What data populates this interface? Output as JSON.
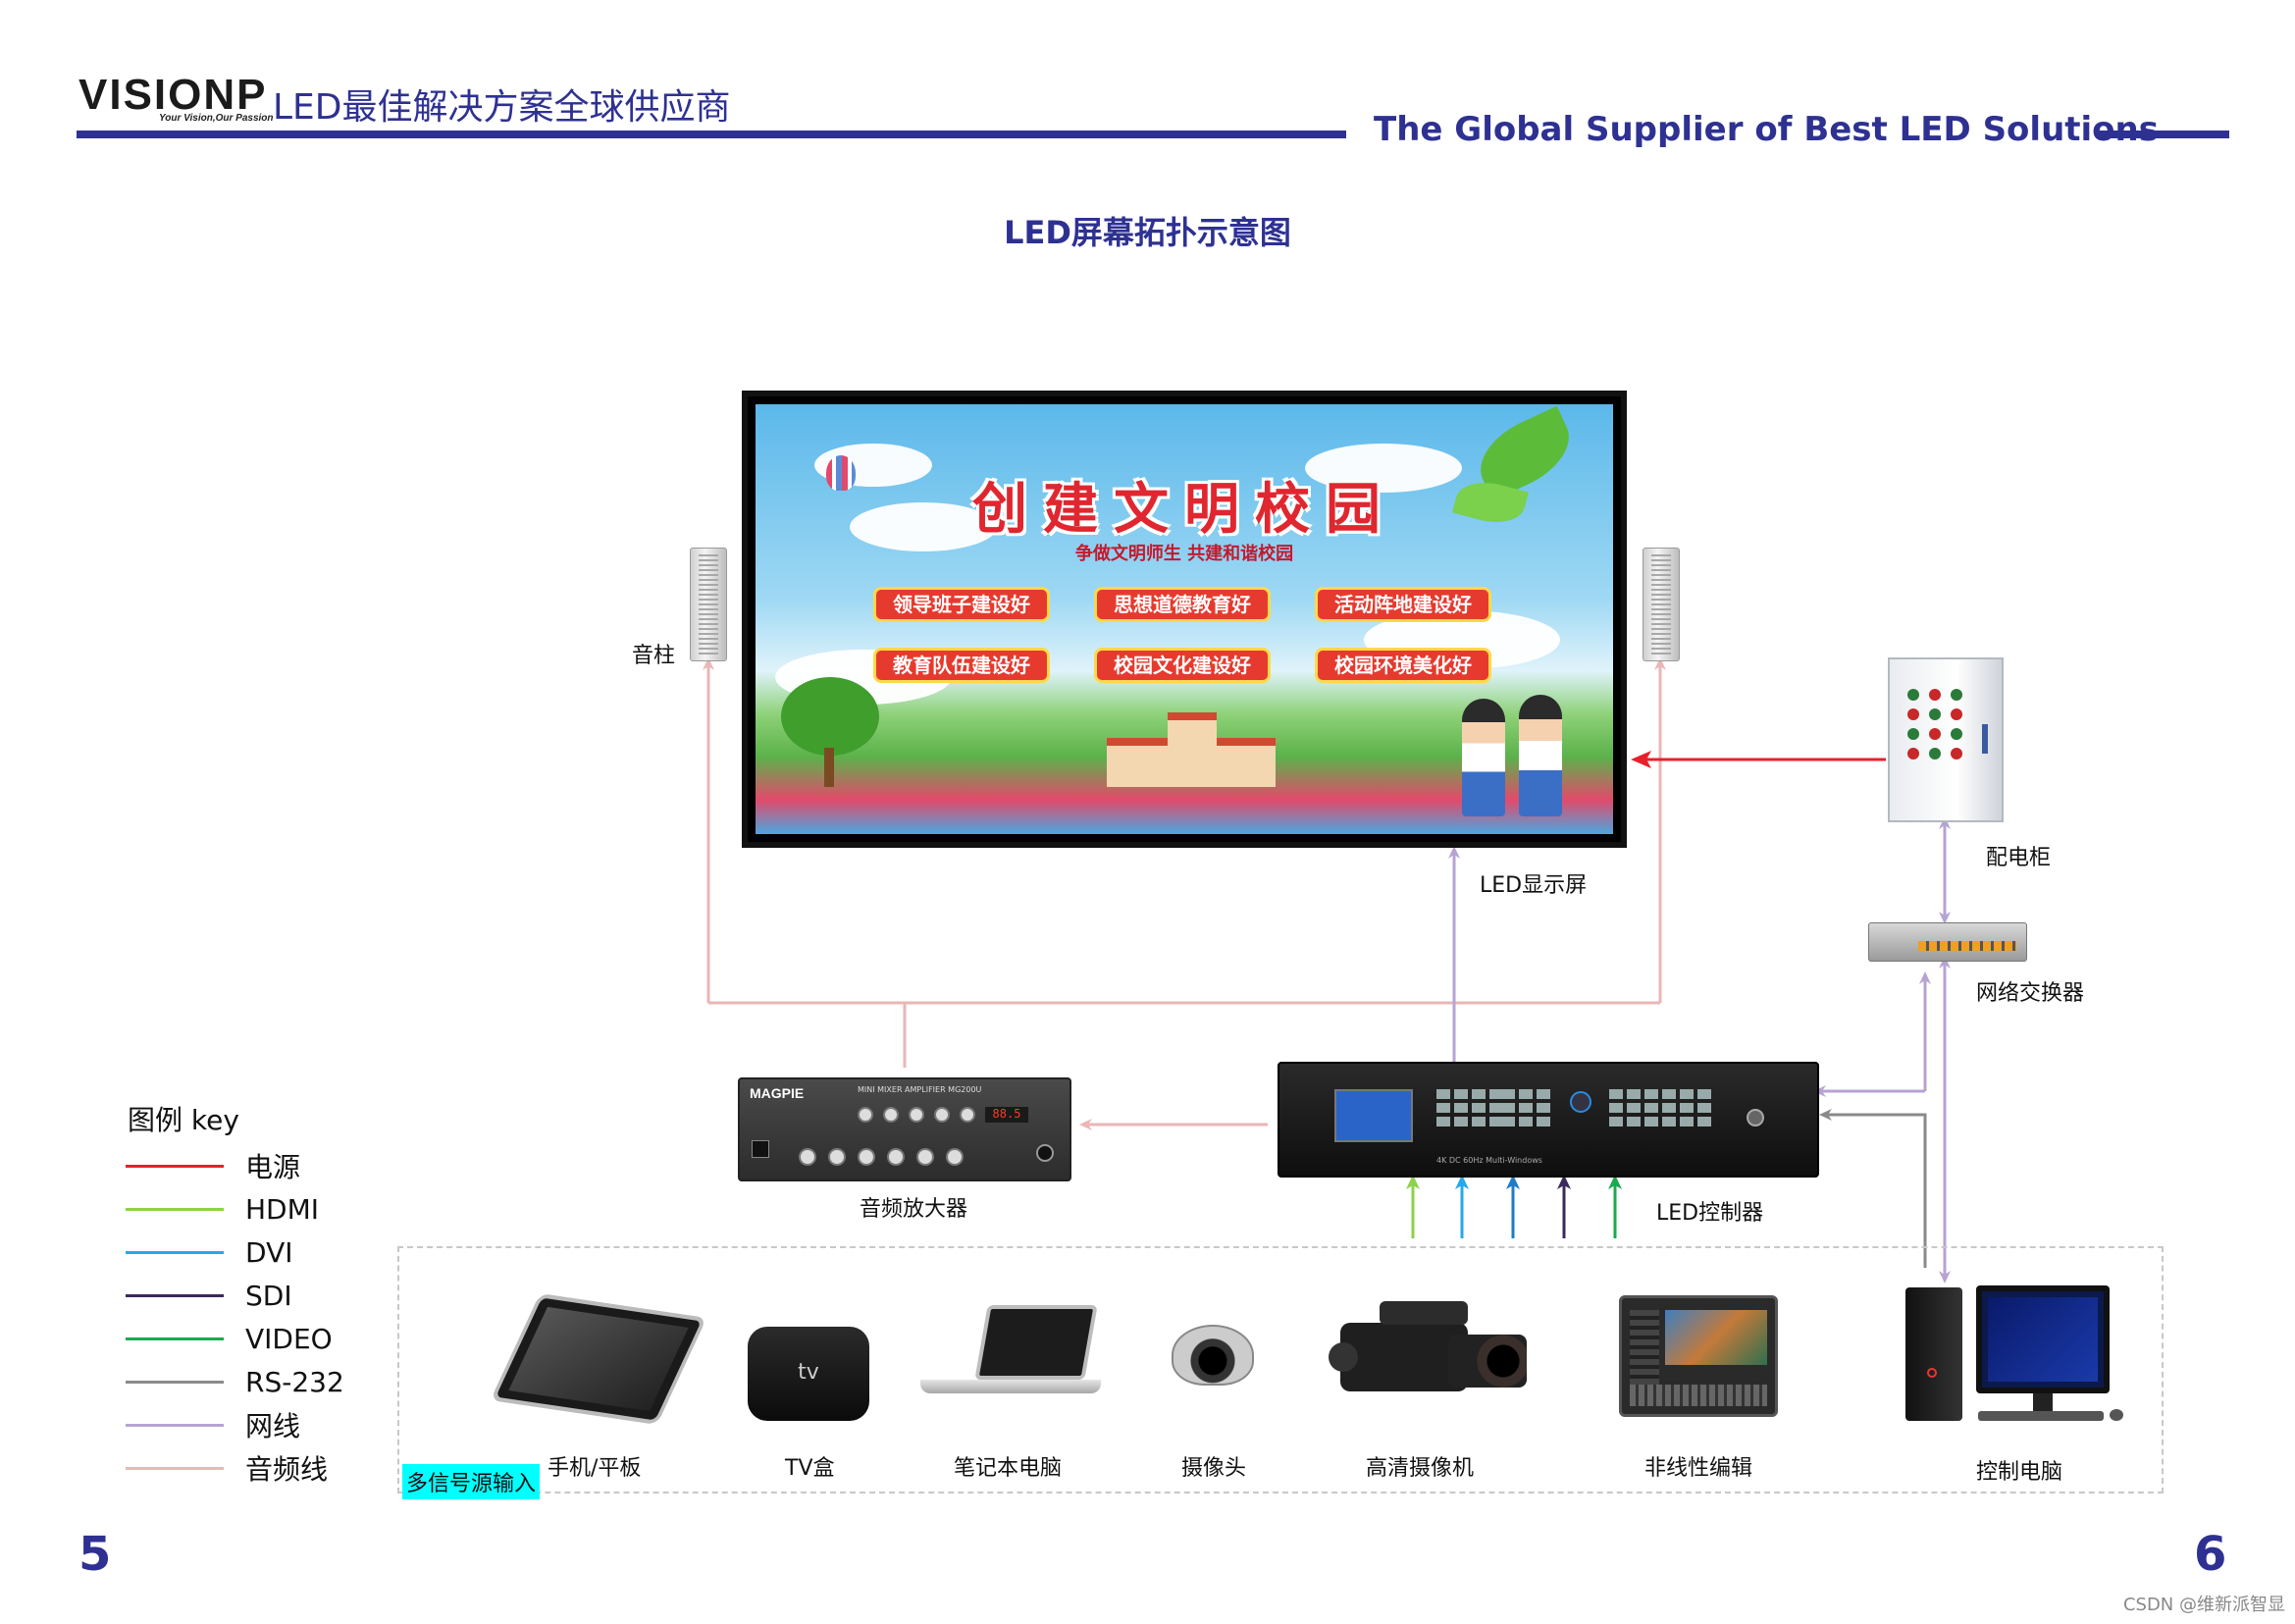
{
  "header": {
    "logo_text": "VISIONP",
    "logo_tagline": "Your Vision,Our Passion",
    "slogan_cn": "LED最佳解决方案全球供应商",
    "slogan_en": "The Global Supplier of Best LED Solutions"
  },
  "title": "LED屏幕拓扑示意图",
  "screen_content": {
    "headline": "创建文明校园",
    "subline": "争做文明师生 共建和谐校园",
    "buttons": [
      "领导班子建设好",
      "思想道德教育好",
      "活动阵地建设好",
      "教育队伍建设好",
      "校园文化建设好",
      "校园环境美化好"
    ]
  },
  "nodes": {
    "speaker": "音柱",
    "led_screen": "LED显示屏",
    "power_cabinet": "配电柜",
    "network_switch": "网络交换器",
    "audio_amp": "音频放大器",
    "led_controller": "LED控制器",
    "control_pc": "控制电脑"
  },
  "sources": {
    "badge": "多信号源输入",
    "items": [
      "手机/平板",
      "TV盒",
      "笔记本电脑",
      "摄像头",
      "高清摄像机",
      "非线性编辑"
    ]
  },
  "device_text": {
    "amp_brand": "MAGPIE",
    "amp_model": "MINI MIXER AMPLIFIER MG200U",
    "amp_display": "88.5",
    "controller_model": "4K DC 60Hz  Multi-Windows",
    "tv_logo": "tv"
  },
  "legend": {
    "title": "图例 key",
    "items": [
      {
        "label": "电源",
        "color": "#e8202a"
      },
      {
        "label": "HDMI",
        "color": "#8cd24a"
      },
      {
        "label": "DVI",
        "color": "#26a9e8"
      },
      {
        "label": "SDI",
        "color": "#3a2a5c"
      },
      {
        "label": "VIDEO",
        "color": "#1aaa50"
      },
      {
        "label": "RS-232",
        "color": "#8a8a8a"
      },
      {
        "label": "网线",
        "color": "#b7a3d3"
      },
      {
        "label": "音频线",
        "color": "#eab6b6"
      }
    ]
  },
  "page_numbers": {
    "left": "5",
    "right": "6"
  },
  "watermark": "CSDN @维新派智显"
}
